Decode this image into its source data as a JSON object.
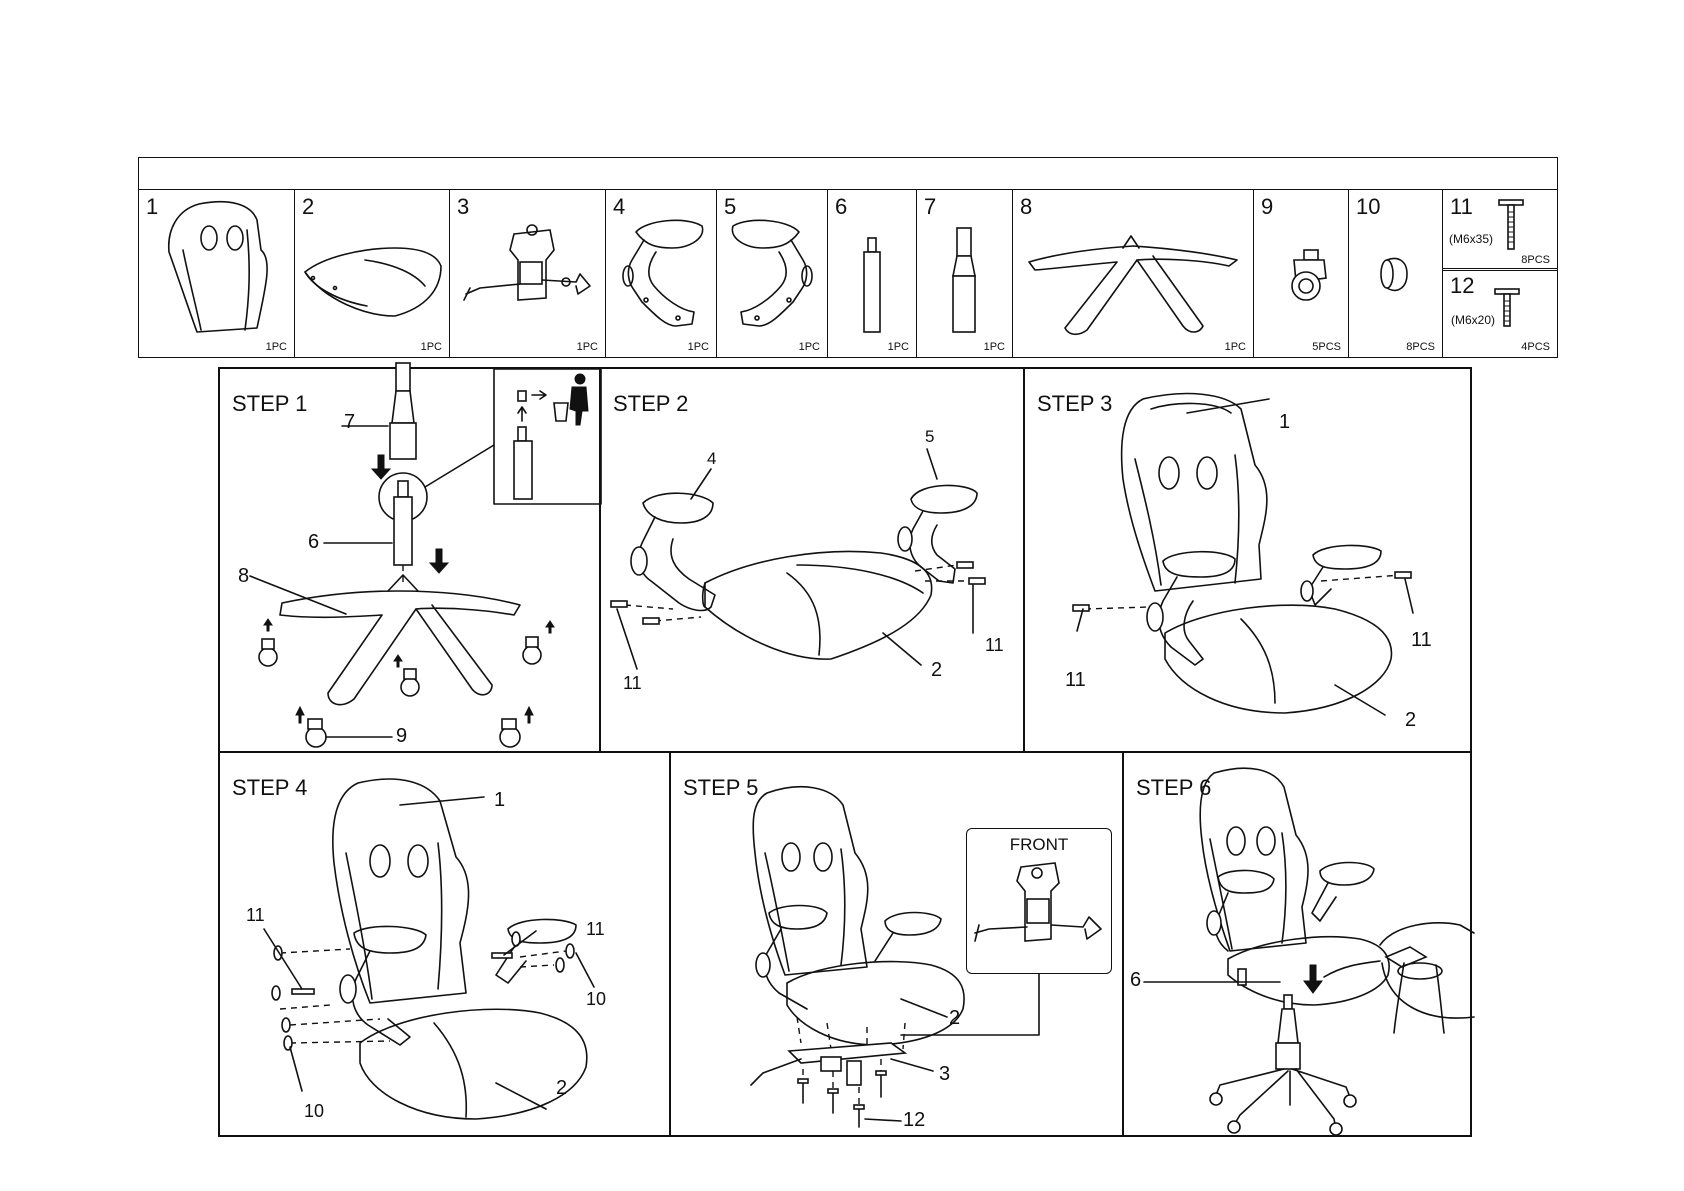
{
  "parts": [
    {
      "num": "1",
      "qty": "1PC",
      "icon": "backrest-icon"
    },
    {
      "num": "2",
      "qty": "1PC",
      "icon": "seat-cushion-icon"
    },
    {
      "num": "3",
      "qty": "1PC",
      "icon": "tilt-mechanism-icon"
    },
    {
      "num": "4",
      "qty": "1PC",
      "icon": "armrest-left-icon"
    },
    {
      "num": "5",
      "qty": "1PC",
      "icon": "armrest-right-icon"
    },
    {
      "num": "6",
      "qty": "1PC",
      "icon": "gas-cylinder-icon"
    },
    {
      "num": "7",
      "qty": "1PC",
      "icon": "cylinder-cover-icon"
    },
    {
      "num": "8",
      "qty": "1PC",
      "icon": "star-base-icon"
    },
    {
      "num": "9",
      "qty": "5PCS",
      "icon": "caster-icon"
    },
    {
      "num": "10",
      "qty": "8PCS",
      "icon": "cap-icon"
    },
    {
      "num": "11",
      "spec": "(M6x35)",
      "qty": "8PCS",
      "icon": "long-bolt-icon"
    },
    {
      "num": "12",
      "spec": "(M6x20)",
      "qty": "4PCS",
      "icon": "short-bolt-icon"
    }
  ],
  "steps": [
    {
      "title": "STEP 1",
      "callouts": [
        "7",
        "6",
        "8",
        "9"
      ]
    },
    {
      "title": "STEP 2",
      "callouts": [
        "4",
        "5",
        "11",
        "11",
        "2"
      ]
    },
    {
      "title": "STEP 3",
      "callouts": [
        "1",
        "11",
        "11",
        "2"
      ]
    },
    {
      "title": "STEP 4",
      "callouts": [
        "1",
        "11",
        "11",
        "10",
        "2",
        "10"
      ]
    },
    {
      "title": "STEP 5",
      "front_label": "FRONT",
      "callouts": [
        "2",
        "3",
        "12"
      ]
    },
    {
      "title": "STEP 6",
      "callouts": [
        "6"
      ]
    }
  ]
}
